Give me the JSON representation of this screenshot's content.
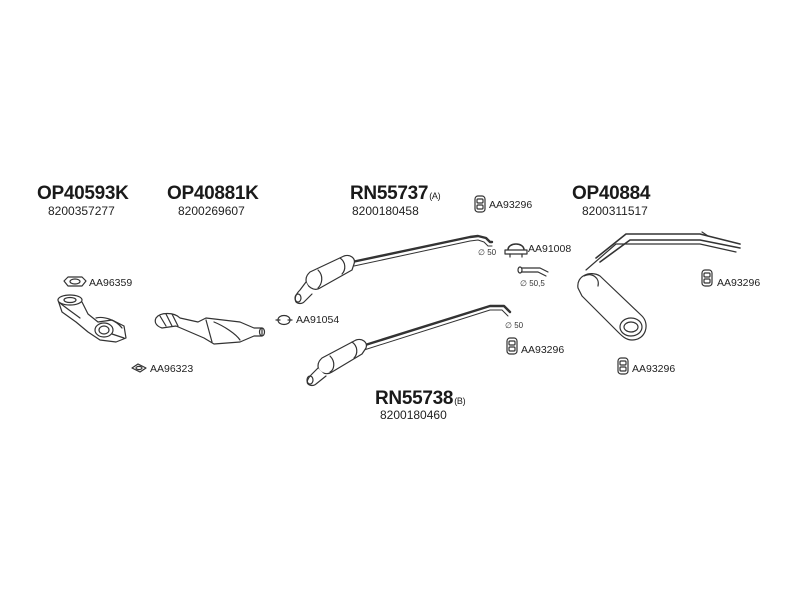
{
  "parts": {
    "op40593k": {
      "code": "OP40593K",
      "oem": "8200357277"
    },
    "op40881k": {
      "code": "OP40881K",
      "oem": "8200269607"
    },
    "rn55737": {
      "code": "RN55737",
      "variant": "(A)",
      "oem": "8200180458"
    },
    "op40884": {
      "code": "OP40884",
      "oem": "8200311517"
    },
    "rn55738": {
      "code": "RN55738",
      "variant": "(B)",
      "oem": "8200180460"
    }
  },
  "accessories": {
    "aa96359": "AA96359",
    "aa96323": "AA96323",
    "aa91054": "AA91054",
    "aa93296_top": "AA93296",
    "aa91008": "AA91008",
    "aa93296_mid": "AA93296",
    "aa93296_right": "AA93296",
    "aa93296_bottom": "AA93296"
  },
  "diameters": {
    "d50_upper": "∅ 50",
    "d505": "∅ 50,5",
    "d50_lower": "∅ 50"
  },
  "colors": {
    "ink": "#1a1a1a",
    "line": "#333333",
    "fill": "#ffffff"
  }
}
